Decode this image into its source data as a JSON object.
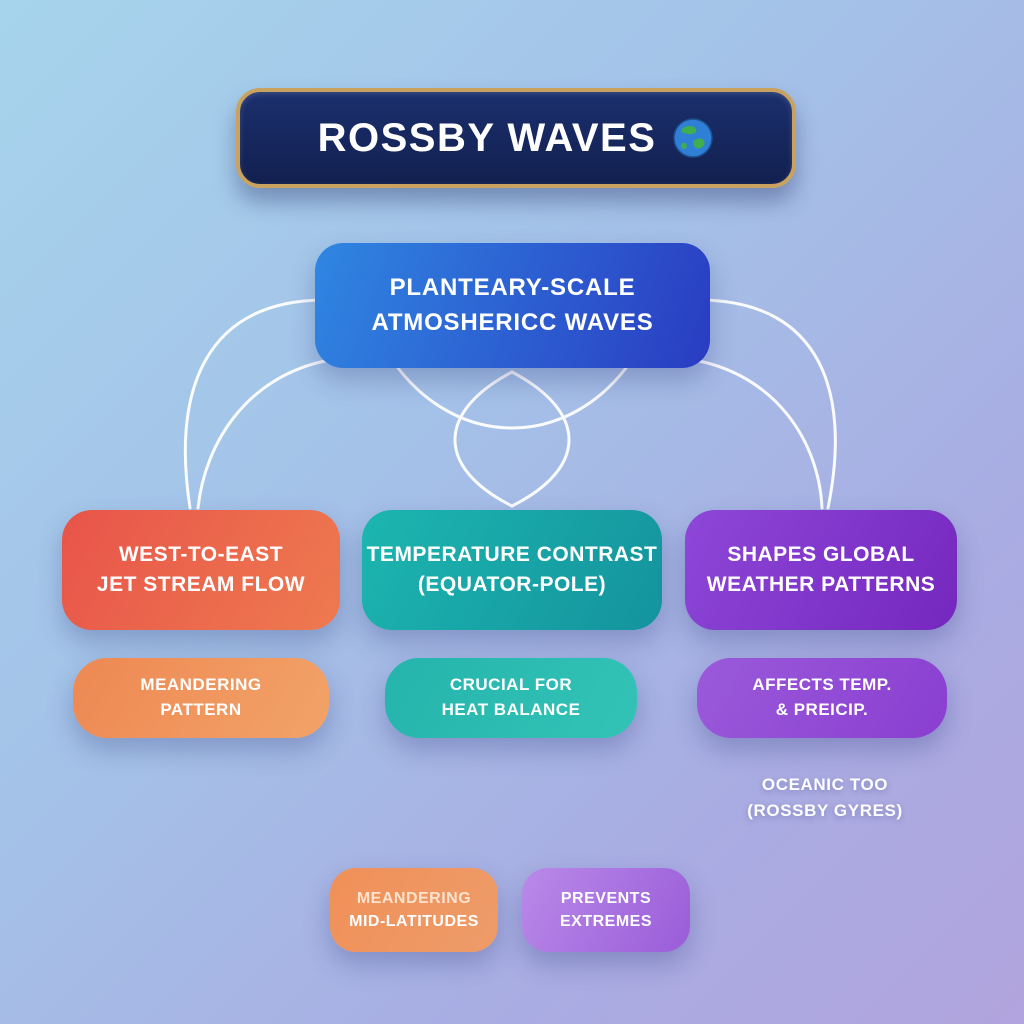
{
  "colors": {
    "background_start": "#a6d4ec",
    "background_end": "#b2a4de",
    "banner_bg": "#16265e",
    "banner_border_gold": "#c8a25e",
    "root_blue_start": "#2f86e2",
    "root_blue_end": "#2a3cc2",
    "branch_red": "#e8544a",
    "branch_teal": "#1cb6af",
    "branch_purple": "#8d47d8",
    "sub_orange": "#ee8853",
    "sub_teal": "#25b4ac",
    "sub_purple": "#9a5ada",
    "footer_orange": "#f09058",
    "footer_purple": "#b98ae9",
    "connector": "#ffffff"
  },
  "title": {
    "label": "ROSSBY WAVES",
    "icon": "globe-icon"
  },
  "root": {
    "line1": "PLANTEARY-SCALE",
    "line2": "ATMOSHERICC WAVES"
  },
  "branches": [
    {
      "title_line1": "WEST-TO-EAST",
      "title_line2": "JET STREAM FLOW",
      "sub_line1": "MEANDERING",
      "sub_line2": "PATTERN"
    },
    {
      "title_line1": "TEMPERATURE CONTRAST",
      "title_line2": "(EQUATOR-POLE)",
      "sub_line1": "CRUCIAL FOR",
      "sub_line2": "HEAT BALANCE"
    },
    {
      "title_line1": "SHAPES GLOBAL",
      "title_line2": "WEATHER PATTERNS",
      "sub_line1": "AFFECTS TEMP.",
      "sub_line2": "& PREICIP."
    }
  ],
  "note": {
    "line1": "OCEANIC TOO",
    "line2": "(ROSSBY GYRES)"
  },
  "footers": [
    {
      "line1": "MEANDERING",
      "line2": "MID-LATITUDES"
    },
    {
      "line1": "PREVENTS",
      "line2": "EXTREMES"
    }
  ]
}
